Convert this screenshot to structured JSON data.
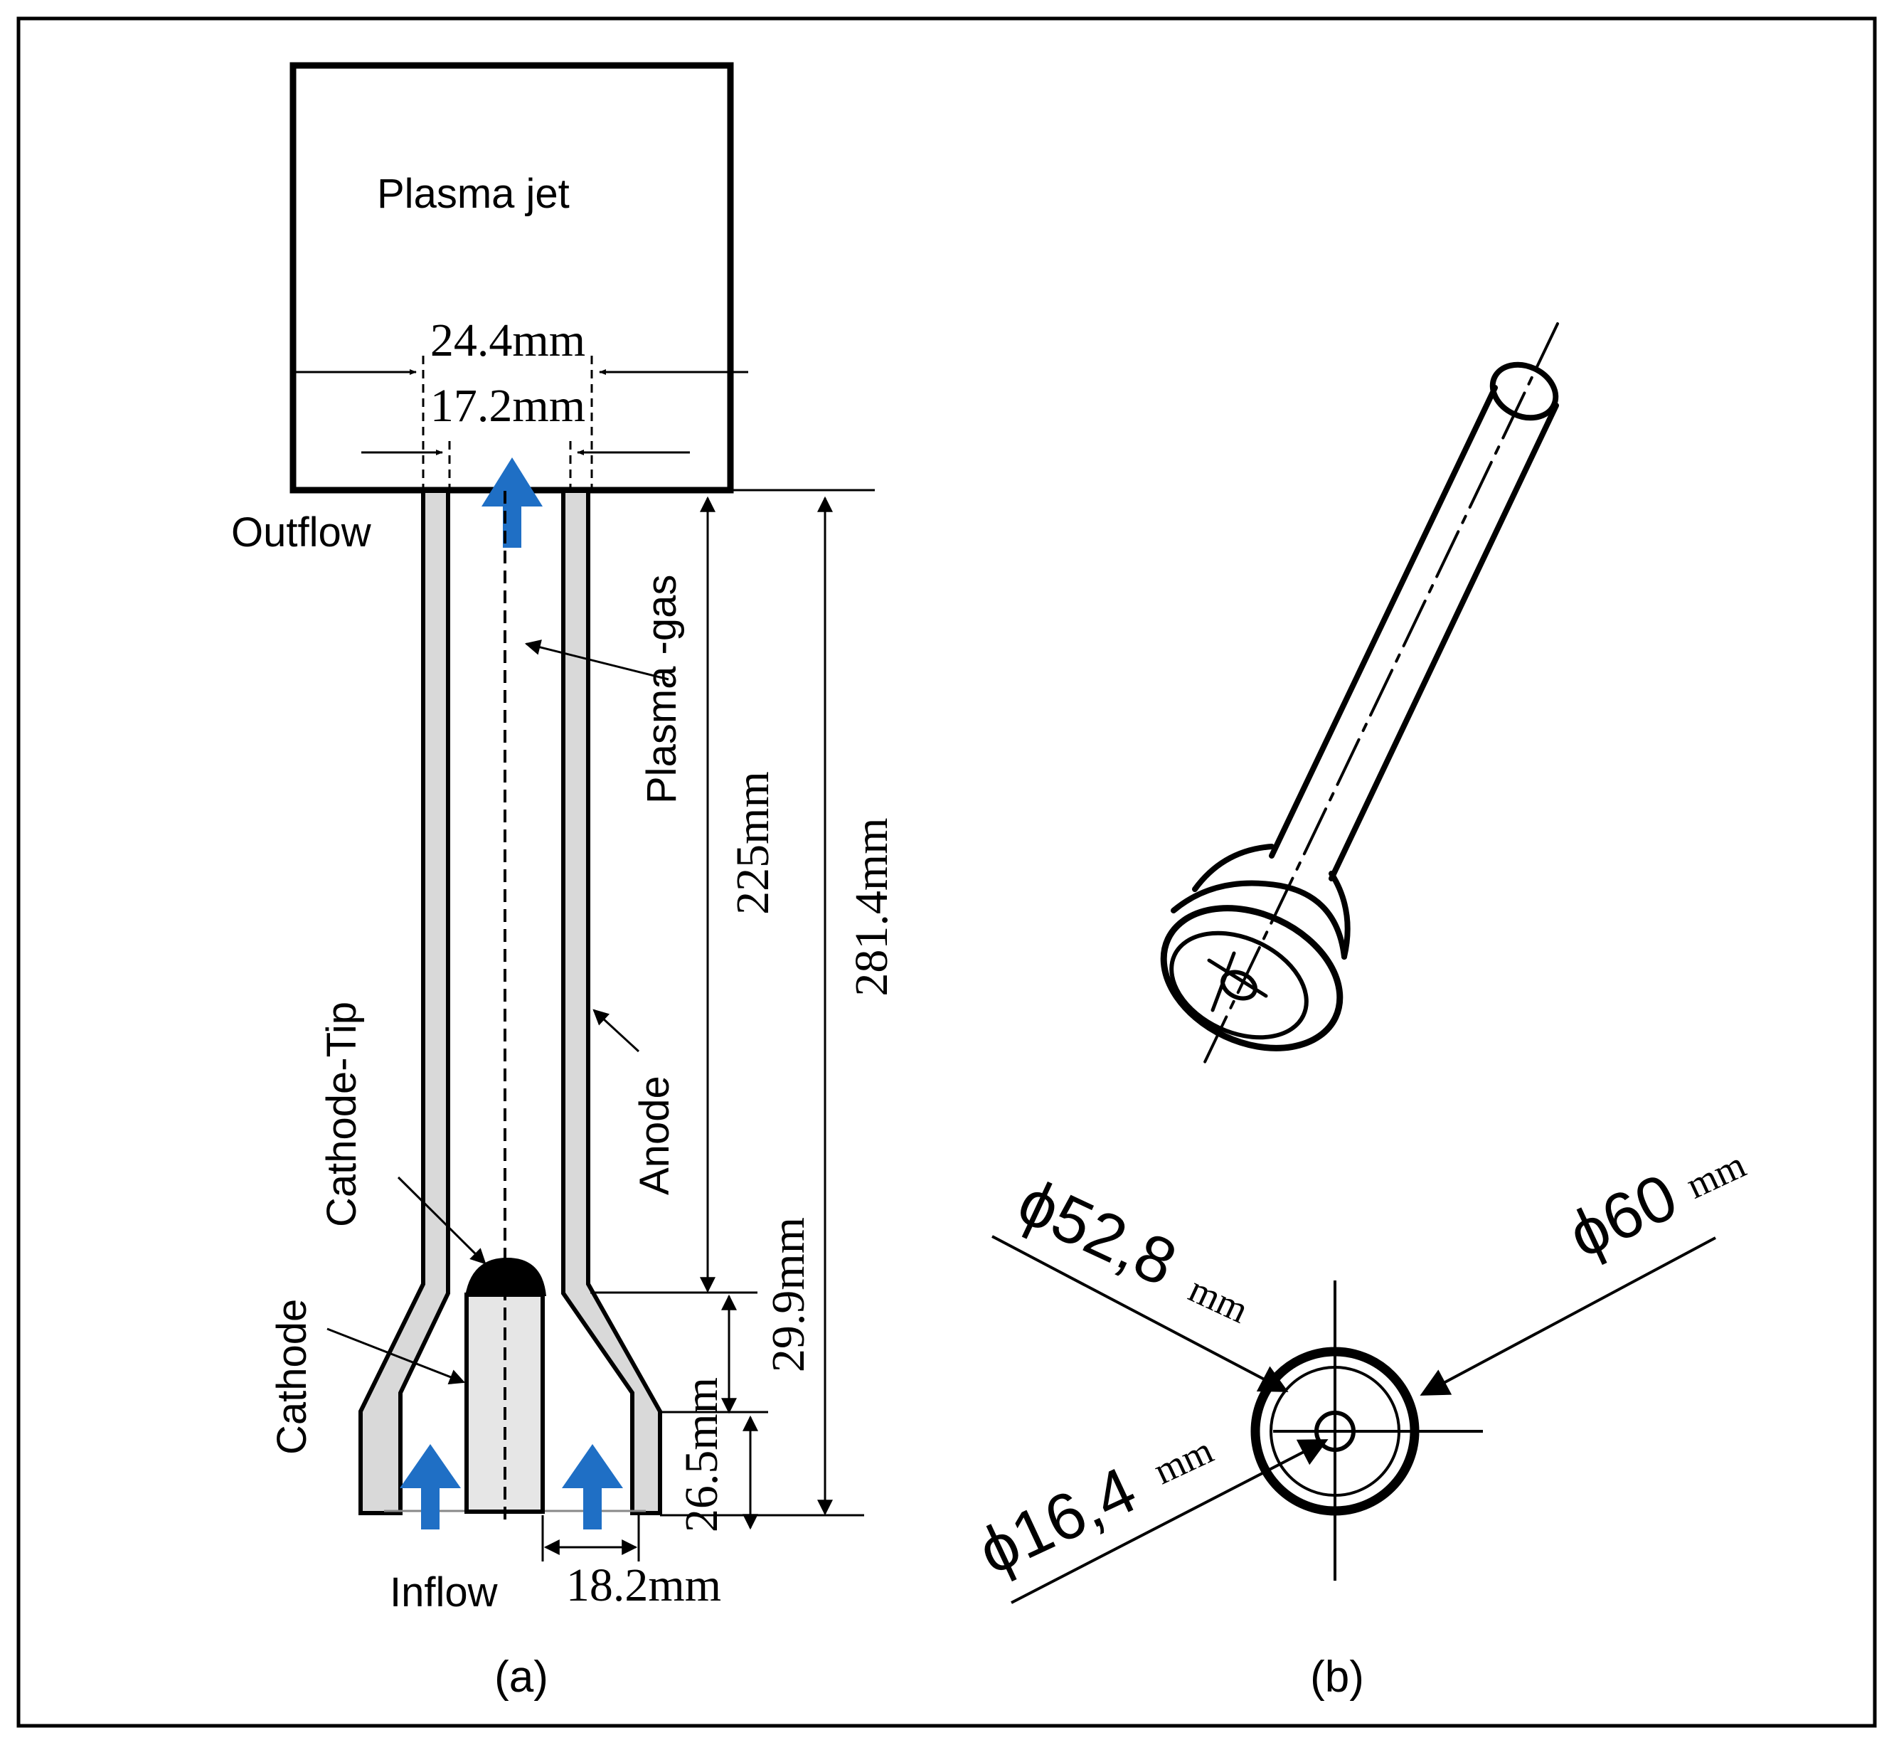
{
  "colors": {
    "outline": "#000000",
    "electrode_fill": "#d9d9d9",
    "flow_arrow": "#1f6fc5",
    "background": "#ffffff"
  },
  "panel_a": {
    "plasma_jet_label": "Plasma jet",
    "outflow_label": "Outflow",
    "inflow_label": "Inflow",
    "plasma_gas_label": "Plasma -gas",
    "anode_label": "Anode",
    "cathode_label": "Cathode",
    "cathode_tip_label": "Cathode-Tip",
    "dim_outer_width": "24.4mm",
    "dim_inner_width": "17.2mm",
    "dim_anode_length": "225mm",
    "dim_total_length": "281.4mm",
    "dim_lower_section": "29.9mm",
    "dim_inlet_section": "26.5mm",
    "dim_inlet_gap": "18.2mm",
    "caption": "(a)"
  },
  "panel_b": {
    "dim_outer_diameter": "ϕ60",
    "dim_outer_diameter_unit": "mm",
    "dim_mid_diameter": "ϕ52,8",
    "dim_mid_diameter_unit": "mm",
    "dim_inner_diameter": "ϕ16,4",
    "dim_inner_diameter_unit": "mm",
    "caption": "(b)"
  }
}
